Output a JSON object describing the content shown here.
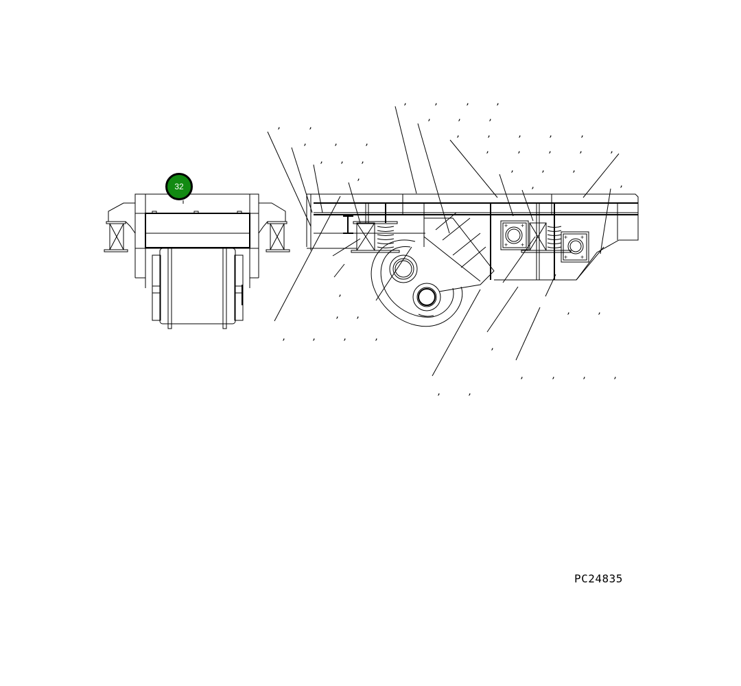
{
  "diagram": {
    "drawing_id": "PC24835",
    "callouts": [
      {
        "number": "32",
        "color": "#128a12",
        "border": "#000000",
        "text_color": "#ffffff"
      }
    ],
    "views": [
      {
        "name": "end-view",
        "description": "Front/end view of roller frame with wheel"
      },
      {
        "name": "side-view",
        "description": "Side view of frame with springs, pivots and brackets"
      }
    ],
    "label_marks": ","
  }
}
